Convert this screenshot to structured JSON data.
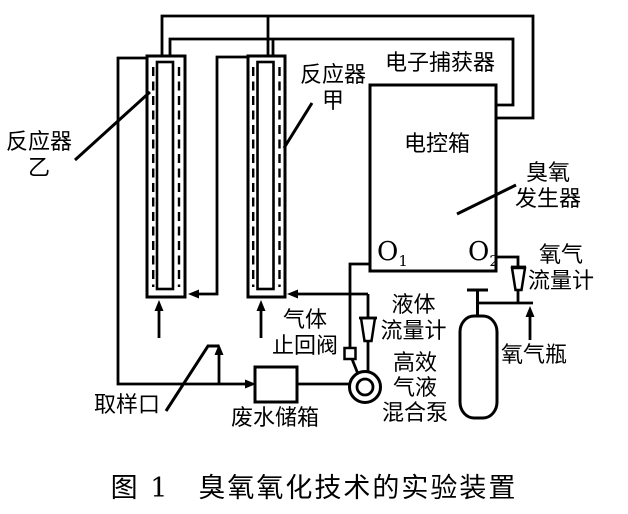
{
  "figure": {
    "caption": "图 1　臭氧氧化技术的实验装置"
  },
  "labels": {
    "reactor_b": {
      "line1": "反应器",
      "line2": "乙"
    },
    "reactor_a": {
      "line1": "反应器",
      "line2": "甲"
    },
    "electron_capture_detector": "电子捕获器",
    "control_box": "电控箱",
    "ozone_generator": {
      "line1": "臭氧",
      "line2": "发生器"
    },
    "port_o1": {
      "base": "O",
      "sub": "1"
    },
    "port_o2": {
      "base": "O",
      "sub": "2"
    },
    "oxygen_flowmeter": {
      "line1": "氧气",
      "line2": "流量计"
    },
    "oxygen_cylinder": "氧气瓶",
    "liquid_flowmeter": {
      "line1": "液体",
      "line2": "流量计"
    },
    "mixing_pump": {
      "line1": "高效",
      "line2": "气液",
      "line3": "混合泵"
    },
    "gas_check_valve": {
      "line1": "气体",
      "line2": "止回阀"
    },
    "sampling_port": "取样口",
    "wastewater_tank": "废水储箱"
  },
  "colors": {
    "line": "#000000",
    "background": "#ffffff"
  }
}
